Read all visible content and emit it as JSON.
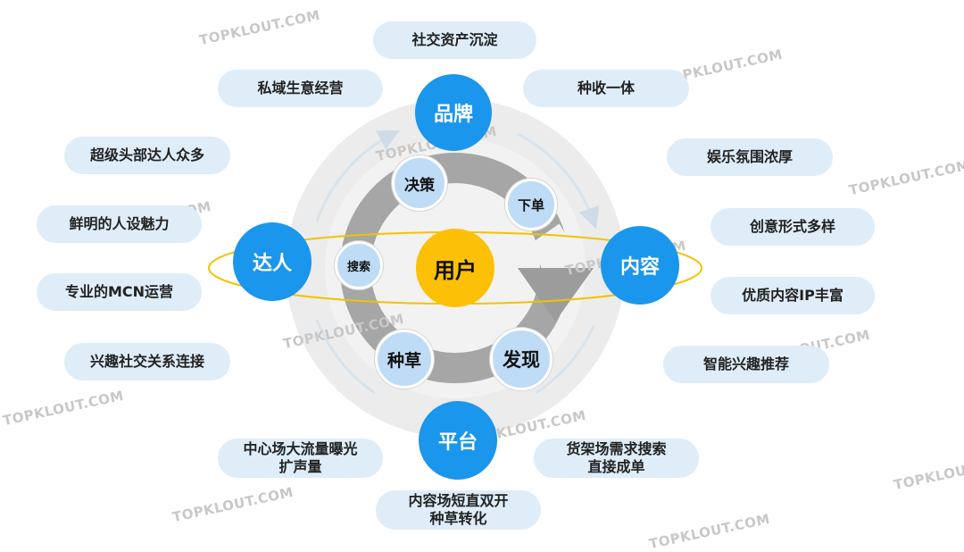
{
  "center": {
    "label": "用户"
  },
  "nodes": {
    "brand": "品牌",
    "creator": "达人",
    "content": "内容",
    "platform": "平台"
  },
  "cycle": {
    "decide": "决策",
    "order": "下单",
    "search": "搜索",
    "seed": "种草",
    "discover": "发现"
  },
  "pills": {
    "top": "社交资产沉淀",
    "private_domain": "私域生意经营",
    "seed_harvest": "种收一体",
    "top_creators": "超级头部达人众多",
    "entertainment": "娱乐氛围浓厚",
    "persona": "鲜明的人设魅力",
    "creative": "创意形式多样",
    "mcn": "专业的MCN运营",
    "quality_ip": "优质内容IP丰富",
    "social": "兴趣社交关系连接",
    "smart_rec": "智能兴趣推荐",
    "center_field": "中心场大流量曝光\n扩声量",
    "shelf_field": "货架场需求搜索\n直接成单",
    "content_field": "内容场短直双开\n种草转化"
  },
  "watermark": "TOPKLOUT.COM",
  "colors": {
    "node_blue": "#1a96ec",
    "inner_blue": "#bfdcf6",
    "pill_bg": "#deedf8",
    "center_yellow": "#fcc006",
    "orbit": "#f2c200",
    "cycle_arrow": "#a6a6a6"
  }
}
